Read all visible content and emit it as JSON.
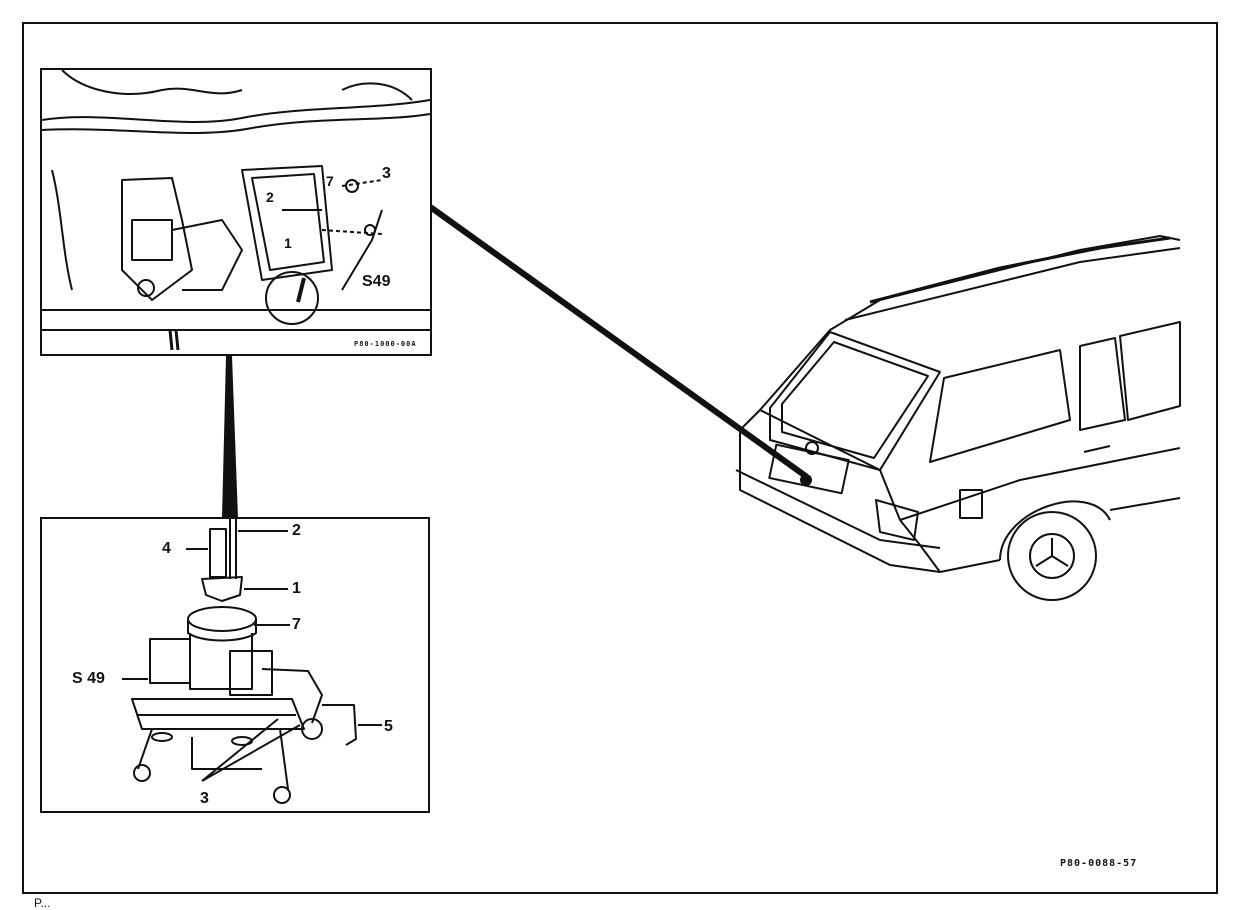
{
  "figure_code": "P80-0088-57",
  "top_inset": {
    "code": "P80-1000-00A",
    "callouts": {
      "c3": "3",
      "c7": "7",
      "c2": "2",
      "c1": "1",
      "s49": "S49"
    }
  },
  "bottom_inset": {
    "callouts": {
      "c2": "2",
      "c4": "4",
      "c1": "1",
      "c7": "7",
      "s49": "S 49",
      "c5": "5",
      "c3": "3"
    }
  },
  "caption": "P..."
}
